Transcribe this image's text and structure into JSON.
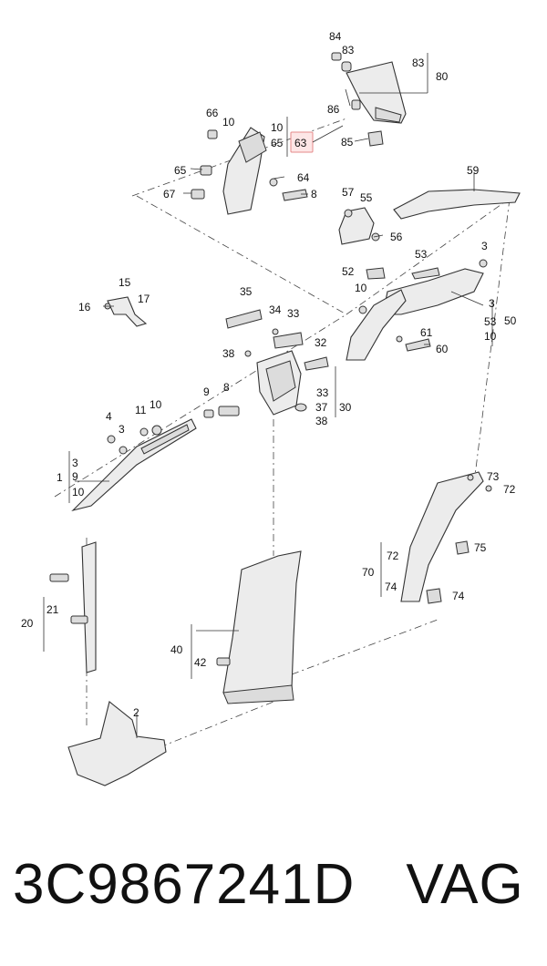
{
  "caption": {
    "part_number": "3C9867241D",
    "brand": "VAG"
  },
  "highlight": {
    "label": "63",
    "color": "#e58a8a"
  },
  "labels": [
    "84",
    "83",
    "83",
    "80",
    "86",
    "85",
    "66",
    "10",
    "10",
    "65",
    "63",
    "65",
    "64",
    "67",
    "8",
    "59",
    "57",
    "55",
    "56",
    "3",
    "52",
    "53",
    "15",
    "17",
    "16",
    "35",
    "34",
    "33",
    "38",
    "32",
    "10",
    "3",
    "53",
    "50",
    "61",
    "60",
    "10",
    "9",
    "8",
    "11",
    "10",
    "4",
    "3",
    "33",
    "37",
    "38",
    "30",
    "3",
    "9",
    "10",
    "1",
    "73",
    "72",
    "72",
    "75",
    "70",
    "74",
    "74",
    "21",
    "20",
    "40",
    "42",
    "2"
  ]
}
